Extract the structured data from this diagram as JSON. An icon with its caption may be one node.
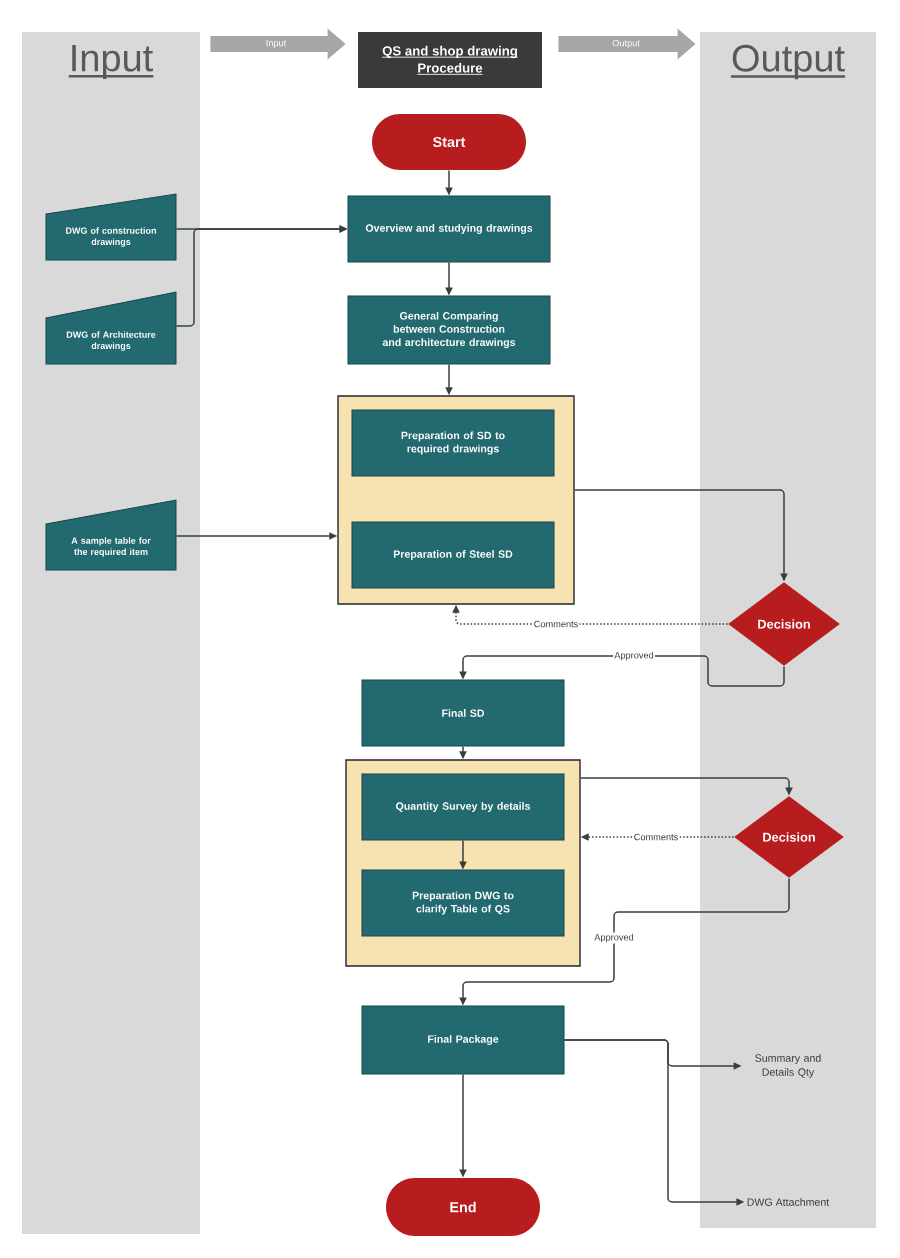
{
  "diagram": {
    "nodes": [
      {
        "text": [
          "Input"
        ]
      },
      {
        "text": [
          "QS and shop drawing Procedure"
        ]
      },
      {
        "text": [
          "Output"
        ]
      },
      {
        "text": [
          "Start"
        ]
      },
      {
        "text": [
          "DWG of construction drawings"
        ],
        "in": 0
      },
      {
        "text": [
          "Overview and studying drawings"
        ]
      },
      {
        "text": [
          "DWG of Architecture drawings"
        ],
        "in": 0
      },
      {
        "text": [
          "General Comparing between Construction and architecture drawings"
        ]
      },
      {
        "text": [],
        "shape": "box"
      },
      {
        "text": [
          "Preparation of SD to required drawings"
        ],
        "in": 8
      },
      {
        "text": [
          "A sample table for the required item"
        ],
        "in": 0
      },
      {
        "text": [
          "Preparation of Steel SD"
        ],
        "in": 8
      },
      {
        "text": [
          "Decision"
        ],
        "in": 2
      },
      {
        "text": [
          "Final SD"
        ]
      },
      {
        "text": [],
        "shape": "box"
      },
      {
        "text": [
          "Quantity Survey by details"
        ],
        "in": 14
      },
      {
        "text": [
          "Decision"
        ],
        "in": 2
      },
      {
        "text": [
          "Preparation DWG to clarify Table of QS"
        ],
        "in": 14
      },
      {
        "text": [
          "Final Package"
        ]
      },
      {
        "text": [
          "Summary and Details Qty"
        ],
        "in": 2
      },
      {
        "text": [
          "DWG Attachment"
        ],
        "in": 2
      },
      {
        "text": [
          "End"
        ]
      }
    ],
    "edges": [
      {
        "from": 0,
        "to": 1,
        "arrow": "to",
        "label": "Input",
        "style": "thick",
        "color": "#a6a6a6"
      },
      {
        "from": 1,
        "to": 2,
        "arrow": "to",
        "label": "Output",
        "style": "thick",
        "color": "#a6a6a6"
      },
      {
        "from": 3,
        "to": 5,
        "arrow": "to"
      },
      {
        "from": 4,
        "to": 5,
        "arrow": "to"
      },
      {
        "from": 6,
        "to": 5,
        "arrow": "to"
      },
      {
        "from": 5,
        "to": 7,
        "arrow": "to"
      },
      {
        "from": 7,
        "to": 8,
        "arrow": "to"
      },
      {
        "from": 10,
        "to": 8,
        "arrow": "to"
      },
      {
        "from": 8,
        "to": 12,
        "arrow": "to"
      },
      {
        "from": 12,
        "to": 8,
        "arrow": "to",
        "label": "Comments",
        "style": "dashed"
      },
      {
        "from": 12,
        "to": 13,
        "arrow": "to",
        "label": "Approved"
      },
      {
        "from": 13,
        "to": 14,
        "arrow": "to"
      },
      {
        "from": 14,
        "to": 16,
        "arrow": "to"
      },
      {
        "from": 16,
        "to": 14,
        "arrow": "to",
        "label": "Comments",
        "style": "dashed"
      },
      {
        "from": 15,
        "to": 17,
        "arrow": "to"
      },
      {
        "from": 16,
        "to": 18,
        "arrow": "to",
        "label": "Approved"
      },
      {
        "from": 18,
        "to": 21,
        "arrow": "to"
      },
      {
        "from": 18,
        "to": 19,
        "arrow": "to"
      },
      {
        "from": 18,
        "to": 20,
        "arrow": "to"
      }
    ]
  }
}
